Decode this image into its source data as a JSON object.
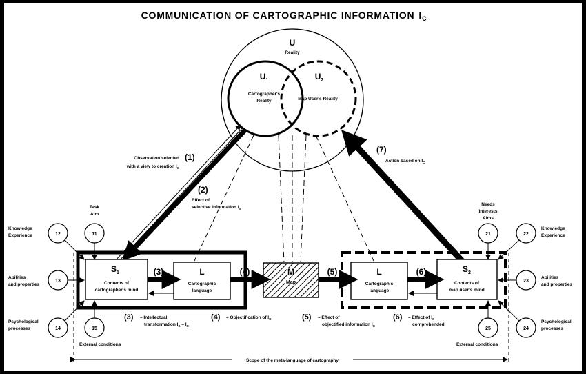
{
  "title": "COMMUNICATION OF CARTOGRAPHIC INFORMATION",
  "title_suffix_main": "I",
  "title_suffix_sub": "C",
  "reality": {
    "u_label": "U",
    "u_caption": "Reality",
    "u1_main": "U",
    "u1_sub": "1",
    "u1_caption_1": "Cartographer's",
    "u1_caption_2": "Reality",
    "u2_main": "U",
    "u2_sub": "2",
    "u2_caption": "Map User's Reality"
  },
  "boxes": {
    "s1_main": "S",
    "s1_sub": "1",
    "s1_line1": "Contents of",
    "s1_line2": "cartographer's mind",
    "l1_main": "L",
    "l1_line1": "Cartographic",
    "l1_line2": "language",
    "m_main": "M",
    "m_caption": "Map",
    "l2_main": "L",
    "l2_line1": "Cartographic",
    "l2_line2": "language",
    "s2_main": "S",
    "s2_sub": "2",
    "s2_line1": "Contents of",
    "s2_line2": "map user's mind"
  },
  "steps": {
    "n1": "(1)",
    "n2": "(2)",
    "n3": "(3)",
    "n4": "(4)",
    "n5": "(5)",
    "n6": "(6)",
    "n7": "(7)",
    "s1_line1": "Observation selected",
    "s1_line2": "with a view to creation I",
    "s1_sub": "C",
    "s2_line1": "Effect of",
    "s2_line2": "selective information I",
    "s2_sub": "S",
    "s3_line1": "– Intellectual",
    "s3_line2": "transformation I",
    "s3_sub_a": "S",
    "s3_mid": " – I",
    "s3_sub_b": "C",
    "s4_line1": "– Objectification of I",
    "s4_sub": "C",
    "s5_line1": "– Effect of",
    "s5_line2": "objectified information I",
    "s5_sub": "C",
    "s6_line1": "– Effect of I",
    "s6_sub": "C",
    "s6_line2": "comprehended",
    "s7_line1": "Action based on I",
    "s7_sub": "C"
  },
  "factors_left": {
    "task_aim_1": "Task",
    "task_aim_2": "Aim",
    "knowledge_1": "Knowledge",
    "knowledge_2": "Experience",
    "abilities_1": "Abilities",
    "abilities_2": "and properties",
    "psych_1": "Psychological",
    "psych_2": "processes",
    "external": "External conditions",
    "c11": "11",
    "c12": "12",
    "c13": "13",
    "c14": "14",
    "c15": "15"
  },
  "factors_right": {
    "needs_1": "Needs",
    "needs_2": "Interests",
    "needs_3": "Aims",
    "knowledge_1": "Knowledge",
    "knowledge_2": "Experience",
    "abilities_1": "Abilities",
    "abilities_2": "and properties",
    "psych_1": "Psychological",
    "psych_2": "processes",
    "external": "External conditions",
    "c21": "21",
    "c22": "22",
    "c23": "23",
    "c24": "24",
    "c25": "25"
  },
  "scope_label": "Scope of the meta-language of cartography",
  "colors": {
    "ink": "#000000",
    "paper": "#ffffff",
    "frame": "#000000"
  }
}
